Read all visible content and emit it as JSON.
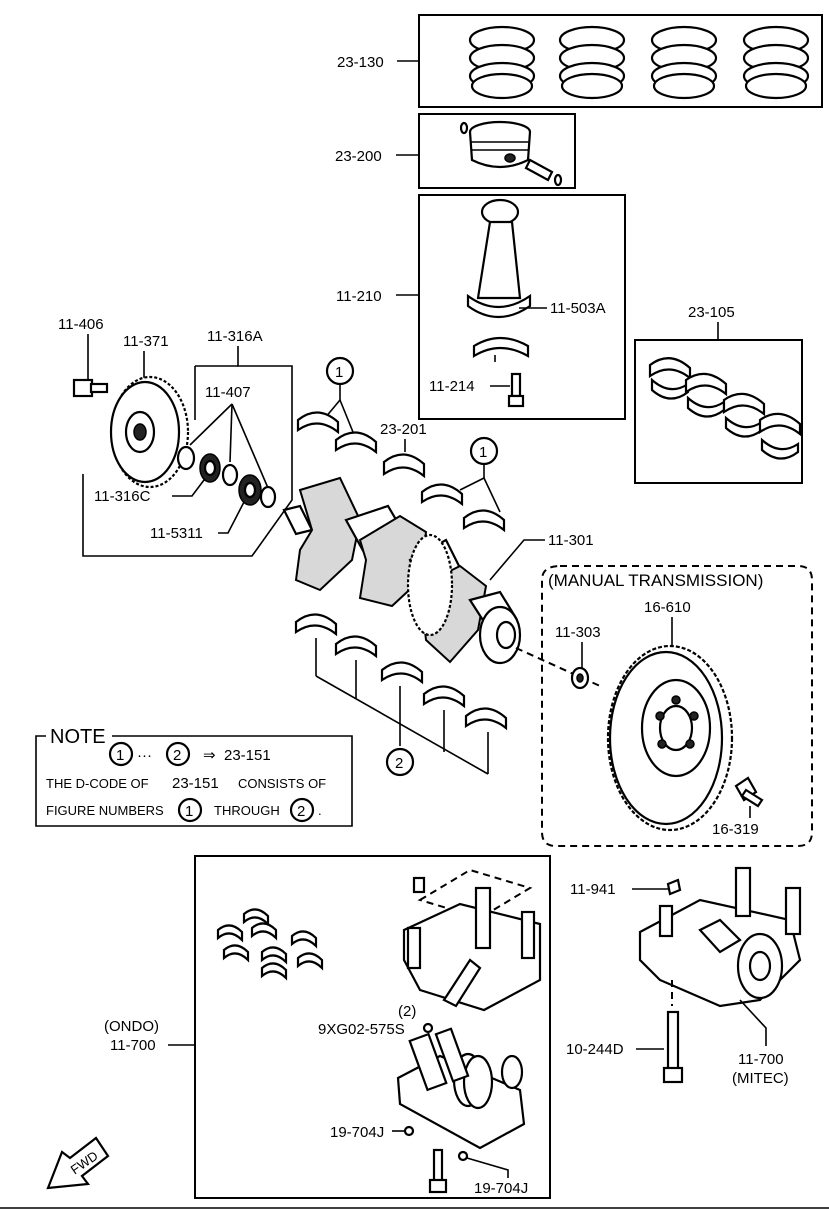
{
  "parts": {
    "p23_130": "23-130",
    "p23_200": "23-200",
    "p11_210": "11-210",
    "p11_503A": "11-503A",
    "p11_214": "11-214",
    "p23_105": "23-105",
    "p11_406": "11-406",
    "p11_371": "11-371",
    "p11_316A": "11-316A",
    "p11_407": "11-407",
    "p11_316C": "11-316C",
    "p11_5311": "11-5311",
    "p23_201": "23-201",
    "p11_301": "11-301",
    "p11_303": "11-303",
    "p16_610": "16-610",
    "p16_319": "16-319",
    "p11_941": "11-941",
    "p10_244D": "10-244D",
    "p11_700_mitec": "11-700",
    "mitec": "(MITEC)",
    "ondo": "(ONDO)",
    "p11_700_ondo": "11-700",
    "p9XG02": "9XG02-575S",
    "p9XG02_qty": "(2)",
    "p19_704J_a": "19-704J",
    "p19_704J_b": "19-704J"
  },
  "callouts": {
    "one": "1",
    "two": "2"
  },
  "manual_transmission": "(MANUAL TRANSMISSION)",
  "note": {
    "heading": "NOTE",
    "range_sep": "···",
    "arrow": "⇒",
    "dcode": "23-151",
    "line1_a": "THE D-CODE OF",
    "line1_b": "23-151",
    "line1_c": "CONSISTS OF",
    "line2_a": "FIGURE NUMBERS",
    "line2_b": "THROUGH",
    "line2_end": "."
  },
  "fwd": "FWD"
}
